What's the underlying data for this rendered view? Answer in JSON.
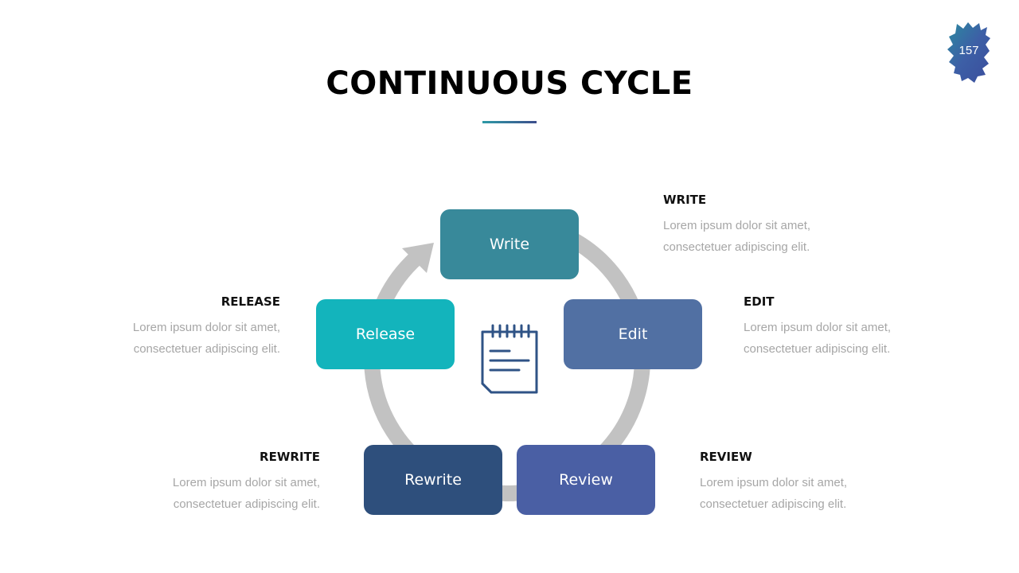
{
  "slide": {
    "page_number": "157",
    "title": "CONTINUOUS CYCLE"
  },
  "colors": {
    "ring": "#c2c2c2",
    "write": "#38899a",
    "edit": "#5170a3",
    "review": "#4a5fa4",
    "rewrite": "#2e4f7c",
    "release": "#13b4bc",
    "icon": "#2f5386"
  },
  "cycle": {
    "center_icon": "notepad-icon",
    "steps": [
      {
        "label": "Write",
        "heading": "WRITE",
        "line1": "Lorem ipsum dolor sit amet,",
        "line2": "consectetuer adipiscing elit."
      },
      {
        "label": "Edit",
        "heading": "EDIT",
        "line1": "Lorem ipsum dolor sit amet,",
        "line2": "consectetuer adipiscing elit."
      },
      {
        "label": "Review",
        "heading": "REVIEW",
        "line1": "Lorem ipsum dolor sit amet,",
        "line2": "consectetuer adipiscing elit."
      },
      {
        "label": "Rewrite",
        "heading": "REWRITE",
        "line1": "Lorem ipsum dolor sit amet,",
        "line2": "consectetuer adipiscing elit."
      },
      {
        "label": "Release",
        "heading": "RELEASE",
        "line1": "Lorem ipsum dolor sit amet,",
        "line2": "consectetuer adipiscing elit."
      }
    ]
  }
}
